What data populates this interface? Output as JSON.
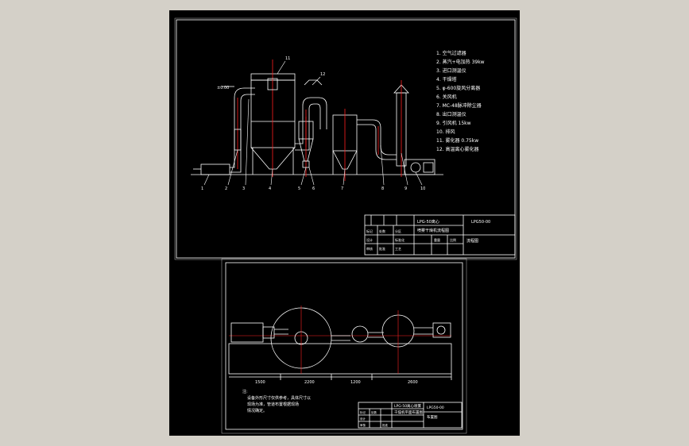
{
  "sheet_top": {
    "legend": [
      "1. 空气过滤器",
      "2. 蒸汽+电加热  39kw",
      "3. 进口测温仪",
      "4. 干燥塔",
      "5. φ-600旋风分离器",
      "6. 关风机",
      "7. MC-48脉冲除尘器",
      "8. 出口测温仪",
      "9. 引风机  15kw",
      "10. 排风",
      "11. 雾化器  0.75kw",
      "12. 高温离心雾化器"
    ],
    "callouts": [
      "1",
      "2",
      "3",
      "4",
      "5",
      "6",
      "7",
      "8",
      "9",
      "10",
      "11",
      "12"
    ],
    "dim_label": "±0.00",
    "title_block": {
      "project": "LPG-50离心",
      "subtitle": "喷雾干燥机流程图",
      "drawing_no": "LPG50-00",
      "sheet_name": "流程图",
      "row1": [
        "标记",
        "处数",
        "分区"
      ],
      "row2": [
        "设计",
        "标准化"
      ],
      "row3": [
        "审核",
        "工艺"
      ],
      "row4": [
        "批准"
      ],
      "weight": "重量",
      "scale": "比例"
    }
  },
  "sheet_bottom": {
    "note_label": "注:",
    "note_lines": [
      "设备外形尺寸仅供参考，具体尺寸以",
      "现场为准，管道布置根据现场",
      "情况确定。"
    ],
    "dims": [
      "1500",
      "2200",
      "1200",
      "2600"
    ],
    "title_block": {
      "project": "LPG-50离心喷雾",
      "subtitle": "干燥机平面布置图",
      "drawing_no": "LPG50-00",
      "sheet_name": "布置图",
      "row1": [
        "标记",
        "处数"
      ],
      "row2": [
        "设计"
      ],
      "row3": [
        "审核"
      ],
      "row4": [
        "批准"
      ]
    }
  },
  "colors": {
    "background": "#000000",
    "line": "#ffffff",
    "accent": "#ff2020",
    "frame": "#c8c8c8"
  }
}
